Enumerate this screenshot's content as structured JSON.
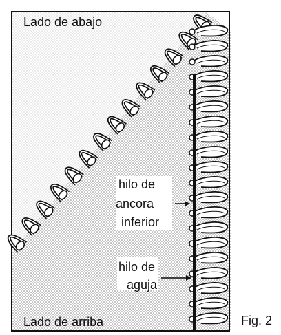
{
  "labels": {
    "top_side": "Lado de abajo",
    "bottom_side": "Lado de arriba",
    "lower_looper_thread_line1": "hilo de",
    "lower_looper_thread_line2": "ancora",
    "lower_looper_thread_line3": "inferior",
    "needle_thread_line1": "hilo de",
    "needle_thread_line2": "aguja",
    "figure_caption": "Fig. 2"
  },
  "icons": {
    "arrow_lower_looper": "arrow-right-icon",
    "arrow_needle": "arrow-right-icon"
  }
}
